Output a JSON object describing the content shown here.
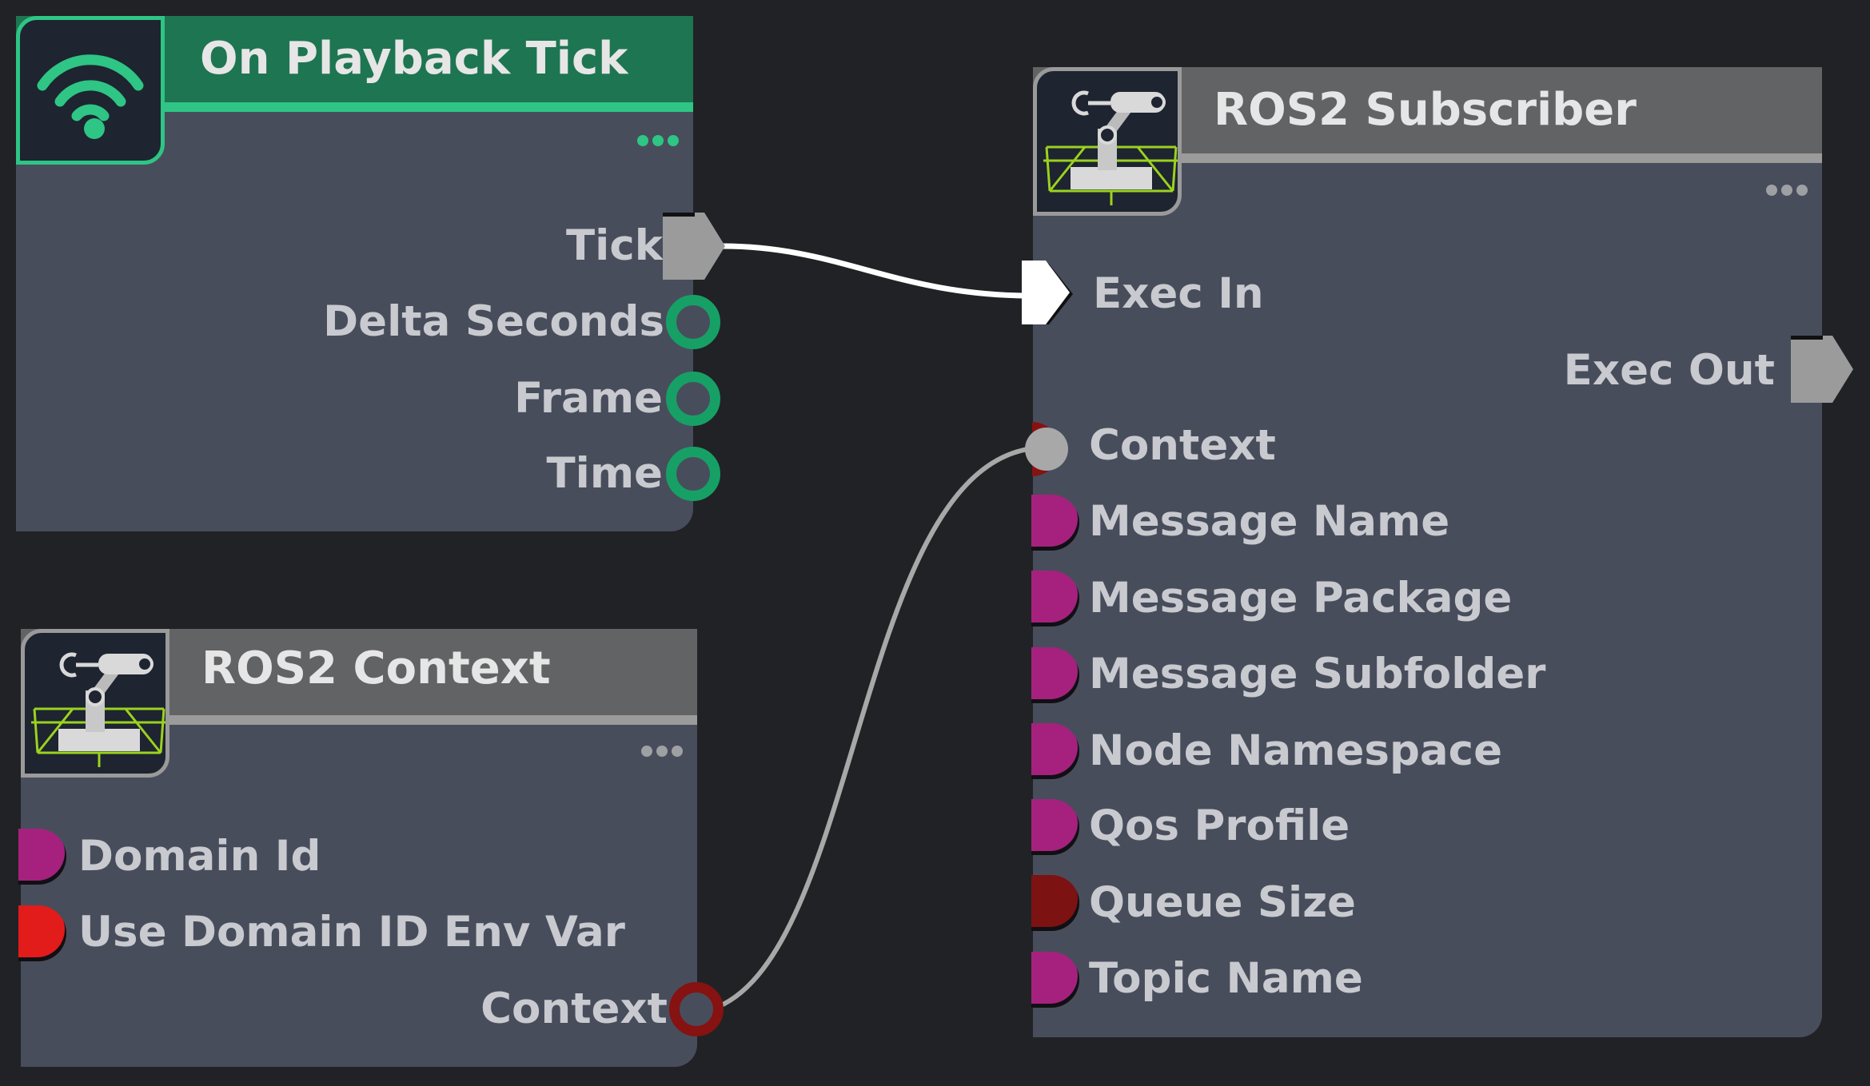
{
  "graph": {
    "background": "#212225",
    "wire_color_exec": "#ffffff",
    "wire_color_data": "#a8a8a8",
    "nodes": {
      "playback_tick": {
        "title": "On Playback Tick",
        "icon": "wifi-signal-icon",
        "header_color": "#1e7552",
        "accent_color": "#2ec585",
        "outputs": {
          "tick": "Tick",
          "delta_seconds": "Delta Seconds",
          "frame": "Frame",
          "time": "Time"
        }
      },
      "ros2_context": {
        "title": "ROS2 Context",
        "icon": "ros-robot-arm-icon",
        "inputs": {
          "domain_id": "Domain Id",
          "use_domain_id_env_var": "Use Domain ID Env Var"
        },
        "outputs": {
          "context": "Context"
        }
      },
      "ros2_subscriber": {
        "title": "ROS2 Subscriber",
        "icon": "ros-robot-arm-icon",
        "inputs": {
          "exec_in": "Exec In",
          "context": "Context",
          "message_name": "Message Name",
          "message_package": "Message Package",
          "message_subfolder": "Message Subfolder",
          "node_namespace": "Node Namespace",
          "qos_profile": "Qos Profile",
          "queue_size": "Queue Size",
          "topic_name": "Topic Name"
        },
        "outputs": {
          "exec_out": "Exec Out"
        }
      }
    },
    "pin_colors": {
      "exec": "#9b9b9b",
      "numeric_output": "#17a066",
      "context": "#861212",
      "string_input": "#a6217e",
      "bool_input": "#e21b1b",
      "uint_input": "#7d1212"
    }
  }
}
